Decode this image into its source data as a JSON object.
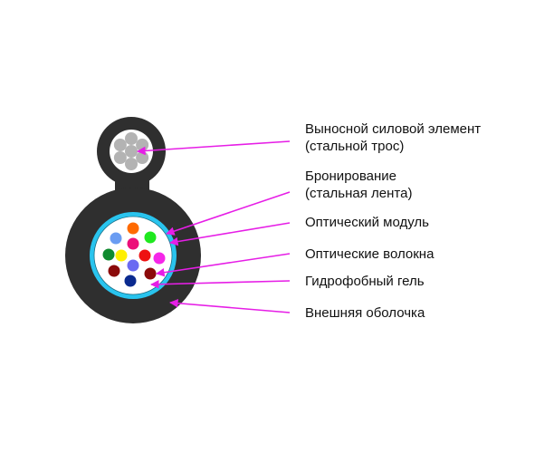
{
  "title": "Cable cross-section",
  "colors": {
    "sheath": "#2f2f2f",
    "armor": "#29c4ee",
    "gel": "#ffffff",
    "steel_wire": "#b3b3b3",
    "arrow": "#e61ee6"
  },
  "labels": [
    {
      "id": "strength-member",
      "lines": [
        "Выносной силовой элемент",
        "(стальной трос)"
      ]
    },
    {
      "id": "armor",
      "lines": [
        "Бронирование",
        "(стальная лента)"
      ]
    },
    {
      "id": "optical-module",
      "lines": [
        "Оптический модуль"
      ]
    },
    {
      "id": "optical-fibers",
      "lines": [
        "Оптические волокна"
      ]
    },
    {
      "id": "hydrophobic-gel",
      "lines": [
        "Гидрофобный гель"
      ]
    },
    {
      "id": "outer-sheath",
      "lines": [
        "Внешняя оболочка"
      ]
    }
  ],
  "fibers": [
    {
      "color": "#ff6a00"
    },
    {
      "color": "#6a9cf2"
    },
    {
      "color": "#ec0f7a"
    },
    {
      "color": "#1fe81f"
    },
    {
      "color": "#0f8a2f"
    },
    {
      "color": "#ffef00"
    },
    {
      "color": "#ee1111"
    },
    {
      "color": "#f526e8"
    },
    {
      "color": "#8b0a0a"
    },
    {
      "color": "#6a6af2"
    },
    {
      "color": "#8b0a0a"
    },
    {
      "color": "#0a2a8f"
    }
  ]
}
